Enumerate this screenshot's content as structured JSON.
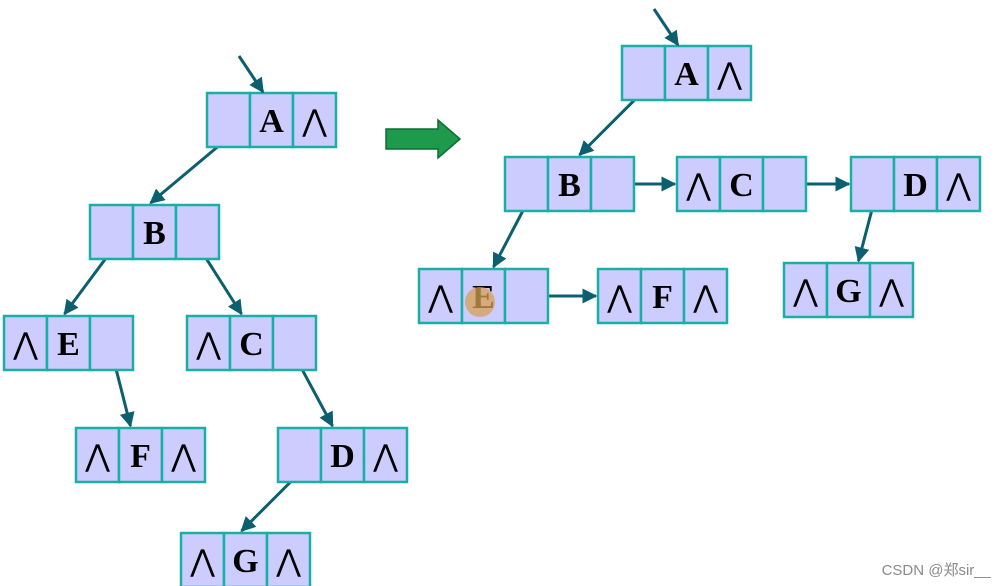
{
  "nil_symbol": "⋀",
  "colors": {
    "cell_fill": "#ccccff",
    "cell_border": "#1aafa5",
    "edge": "#0c5f6e",
    "transform_arrow": "#1e9a4c"
  },
  "left_tree": {
    "nodes": [
      {
        "id": "A",
        "label": "A",
        "left_nil": false,
        "right_nil": true
      },
      {
        "id": "B",
        "label": "B",
        "left_nil": false,
        "right_nil": false
      },
      {
        "id": "E",
        "label": "E",
        "left_nil": true,
        "right_nil": false
      },
      {
        "id": "C",
        "label": "C",
        "left_nil": true,
        "right_nil": false
      },
      {
        "id": "F",
        "label": "F",
        "left_nil": true,
        "right_nil": true
      },
      {
        "id": "D",
        "label": "D",
        "left_nil": false,
        "right_nil": true
      },
      {
        "id": "G",
        "label": "G",
        "left_nil": true,
        "right_nil": true
      }
    ],
    "edges": [
      [
        "A",
        "B"
      ],
      [
        "B",
        "E"
      ],
      [
        "B",
        "C"
      ],
      [
        "E",
        "F"
      ],
      [
        "C",
        "D"
      ],
      [
        "D",
        "G"
      ]
    ]
  },
  "right_tree": {
    "nodes": [
      {
        "id": "A",
        "label": "A",
        "left_nil": false,
        "right_nil": true
      },
      {
        "id": "B",
        "label": "B",
        "left_nil": false,
        "right_nil": false
      },
      {
        "id": "C",
        "label": "C",
        "left_nil": true,
        "right_nil": false
      },
      {
        "id": "D",
        "label": "D",
        "left_nil": false,
        "right_nil": true
      },
      {
        "id": "E",
        "label": "E",
        "left_nil": true,
        "right_nil": false
      },
      {
        "id": "F",
        "label": "F",
        "left_nil": true,
        "right_nil": true
      },
      {
        "id": "G",
        "label": "G",
        "left_nil": true,
        "right_nil": true
      }
    ],
    "edges": [
      [
        "A",
        "B"
      ],
      [
        "B",
        "C"
      ],
      [
        "C",
        "D"
      ],
      [
        "B",
        "E"
      ],
      [
        "E",
        "F"
      ],
      [
        "D",
        "G"
      ]
    ]
  },
  "watermark": "CSDN @郑sir__"
}
